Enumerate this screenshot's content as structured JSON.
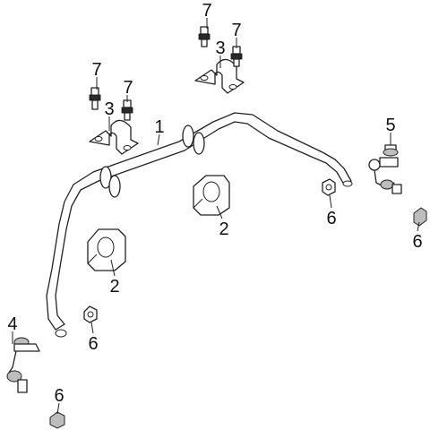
{
  "labels": {
    "stabilizer_bar": "1",
    "bushing_left": "2",
    "bushing_right": "2",
    "bracket_left": "3",
    "bracket_right": "3",
    "link_left": "4",
    "link_right": "5",
    "nut_center": "6",
    "nut_right_upper": "6",
    "nut_right_lower": "6",
    "nut_left_lower": "6",
    "bolt_left_a": "7",
    "bolt_left_b": "7",
    "bolt_right_a": "7",
    "bolt_right_b": "7"
  }
}
